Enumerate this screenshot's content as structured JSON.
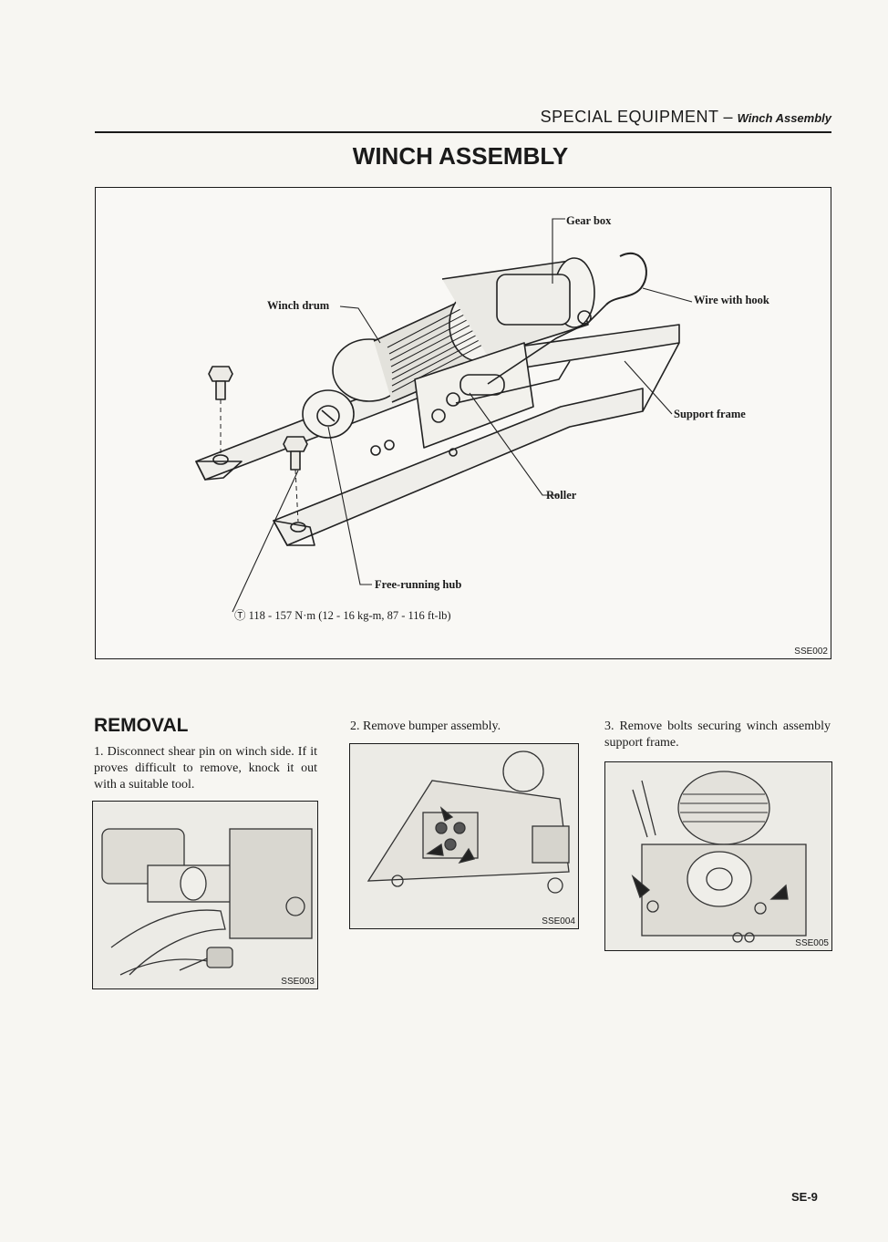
{
  "header": {
    "section": "SPECIAL EQUIPMENT",
    "separator": " – ",
    "subsection": "Winch Assembly"
  },
  "page_title": "WINCH ASSEMBLY",
  "main_figure": {
    "callouts": {
      "gear_box": "Gear box",
      "wire_with_hook": "Wire with hook",
      "winch_drum": "Winch drum",
      "support_frame": "Support frame",
      "roller": "Roller",
      "free_running_hub": "Free-running hub",
      "torque_symbol": "Ⓣ",
      "torque_spec": "118 - 157 N·m (12 - 16 kg-m, 87 - 116 ft-lb)"
    },
    "code": "SSE002"
  },
  "removal": {
    "title": "REMOVAL",
    "steps": [
      {
        "text": "1.  Disconnect shear pin on winch side. If it proves difficult to remove, knock it out with a suitable tool.",
        "figure_code": "SSE003"
      },
      {
        "text": "2.  Remove bumper assembly.",
        "figure_code": "SSE004"
      },
      {
        "text": "3.  Remove bolts securing winch assembly support frame.",
        "figure_code": "SSE005"
      }
    ]
  },
  "page_number": "SE-9"
}
